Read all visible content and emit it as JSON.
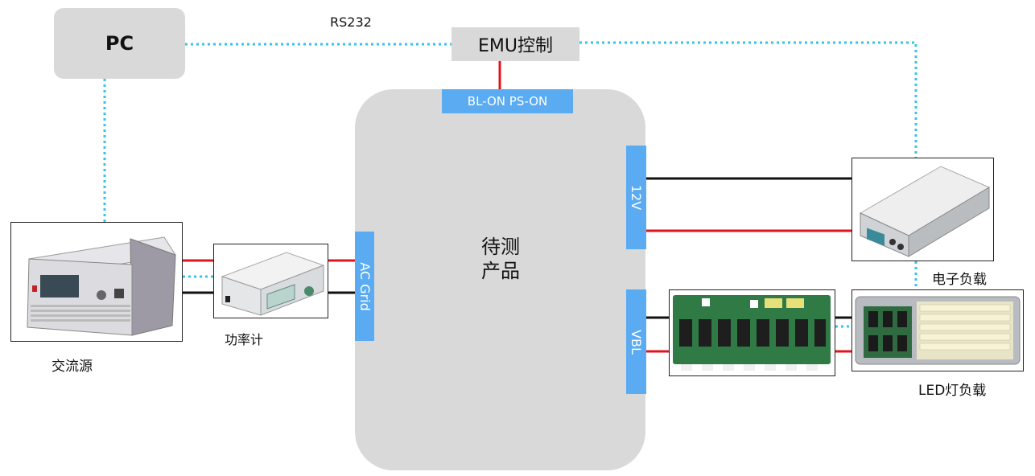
{
  "labels": {
    "pc": "PC",
    "rs232": "RS232",
    "emu": "EMU控制",
    "bl_on_ps_on": "BL-ON PS-ON",
    "ac_grid": "AC Grid",
    "v12": "12V",
    "vbl": "VBL",
    "dut": "待测产品",
    "ac_source": "交流源",
    "power_meter": "功率计",
    "e_load": "电子负载",
    "led_load": "LED灯负载"
  },
  "colors": {
    "comm_link": "#33c5e8",
    "power_positive": "#e0151c",
    "power_negative": "#111111",
    "port_blue": "#5aabf2",
    "block_gray": "#d9d9d9"
  }
}
